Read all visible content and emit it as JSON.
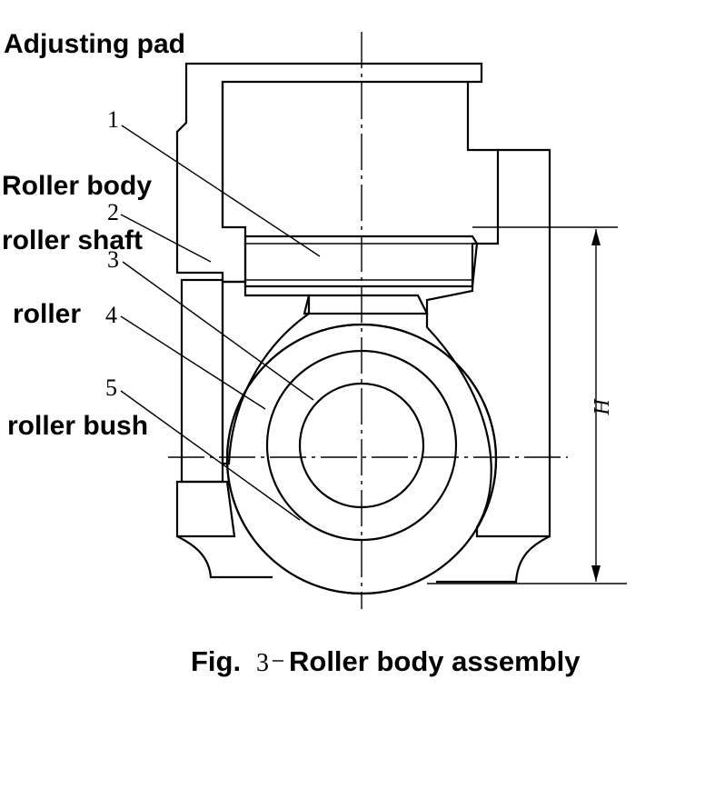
{
  "labels": {
    "adjusting_pad": "Adjusting pad",
    "roller_body": "Roller body",
    "roller_shaft": "roller shaft",
    "roller": "roller",
    "roller_bush": "roller bush"
  },
  "part_numbers": {
    "p1": "1",
    "p2": "2",
    "p3": "3",
    "p4": "4",
    "p5": "5"
  },
  "dimension": {
    "label": "H"
  },
  "caption": {
    "prefix": "Fig.",
    "number": "3",
    "title": "Roller body assembly"
  }
}
